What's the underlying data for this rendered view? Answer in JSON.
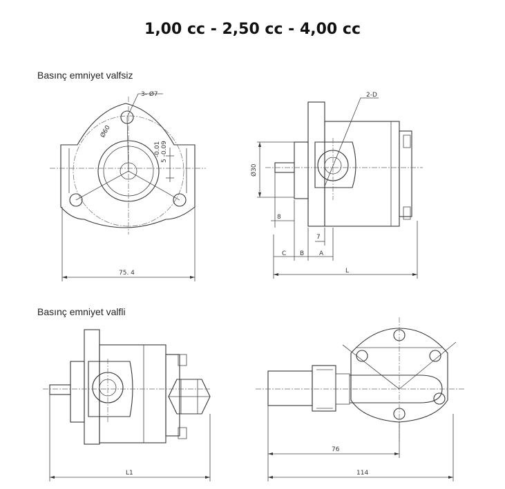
{
  "title": "1,00 cc - 2,50 cc - 4,00 cc",
  "sections": {
    "top_label": "Basınç emniyet valfsiz",
    "bottom_label": "Basınç emniyet valfli"
  },
  "dimensions": {
    "holes": "3- Ø7",
    "pcd": "Ø60",
    "tol1": "-0.01",
    "tol2": "5 -0.09",
    "two_d": "2-D",
    "dia30": "Ø30",
    "d8": "8",
    "d7": "7",
    "c": "C",
    "b": "B",
    "a": "A",
    "width754": "75. 4",
    "l": "L",
    "l1": "L1",
    "d76": "76",
    "d114": "114"
  }
}
